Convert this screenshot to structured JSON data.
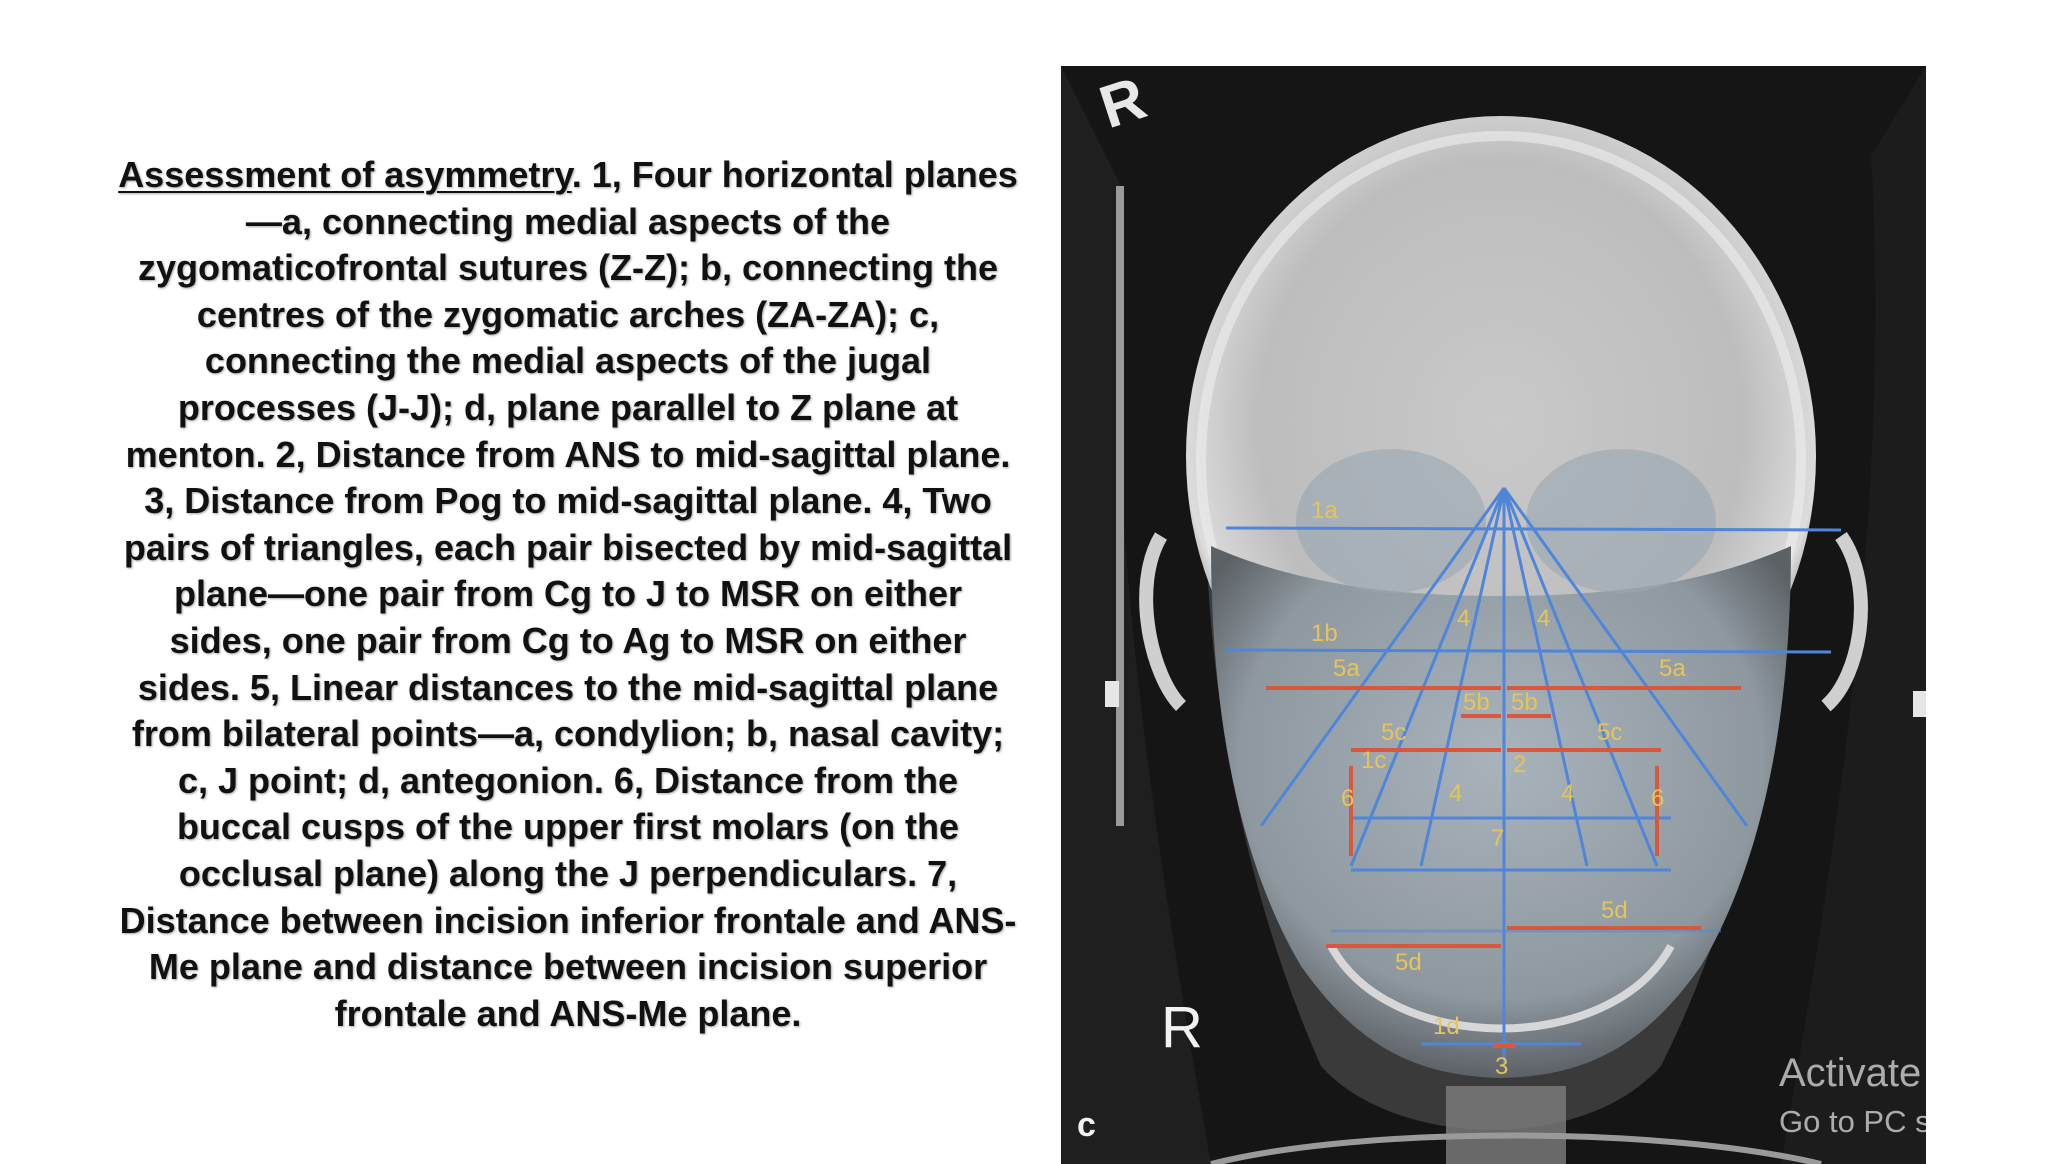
{
  "caption": {
    "lead": " Assessment of asymmetry",
    "body": ". 1, Four horizontal planes—a, connecting medial aspects of the zygomaticofrontal sutures (Z-Z); b, connecting the centres of the zygomatic arches (ZA-ZA); c, connecting the medial aspects of the jugal processes (J-J); d, plane parallel to Z plane at menton. 2, Distance from ANS to mid-sagittal plane. 3, Distance from Pog to mid-sagittal plane. 4, Two pairs of triangles, each pair bisected by mid-sagittal plane—one pair from Cg to J to MSR on either sides, one pair from Cg to Ag to MSR on either sides. 5, Linear distances to the mid-sagittal plane from bilateral points—a, condylion; b, nasal cavity; c, J point; d, antegonion. 6, Distance from the buccal cusps of the upper first molars (on the occlusal plane) along the J perpendiculars. 7, Distance between incision inferior frontale and ANS-Me plane and distance between incision superior frontale and ANS-Me plane."
  },
  "figure": {
    "marker_top": "R",
    "marker_bottom": "R",
    "panel_label": "c",
    "labels": {
      "l1a": "1a",
      "l1b": "1b",
      "l1c": "1c",
      "l1d": "1d",
      "l2": "2",
      "l3": "3",
      "l4a": "4",
      "l4b": "4",
      "l4c": "4",
      "l4d": "4",
      "l5a_left": "5a",
      "l5a_right": "5a",
      "l5b_left": "5b",
      "l5b_right": "5b",
      "l5c_left": "5c",
      "l5c_right": "5c",
      "l5d_left": "5d",
      "l5d_right": "5d",
      "l6_left": "6",
      "l6_right": "6",
      "l7": "7"
    },
    "colors": {
      "plane_lines": "#4f86d9",
      "distance_lines": "#d9573a",
      "marker_text": "#e7c45a"
    }
  },
  "watermark": {
    "line1": "Activate",
    "line2": "Go to PC settings"
  }
}
